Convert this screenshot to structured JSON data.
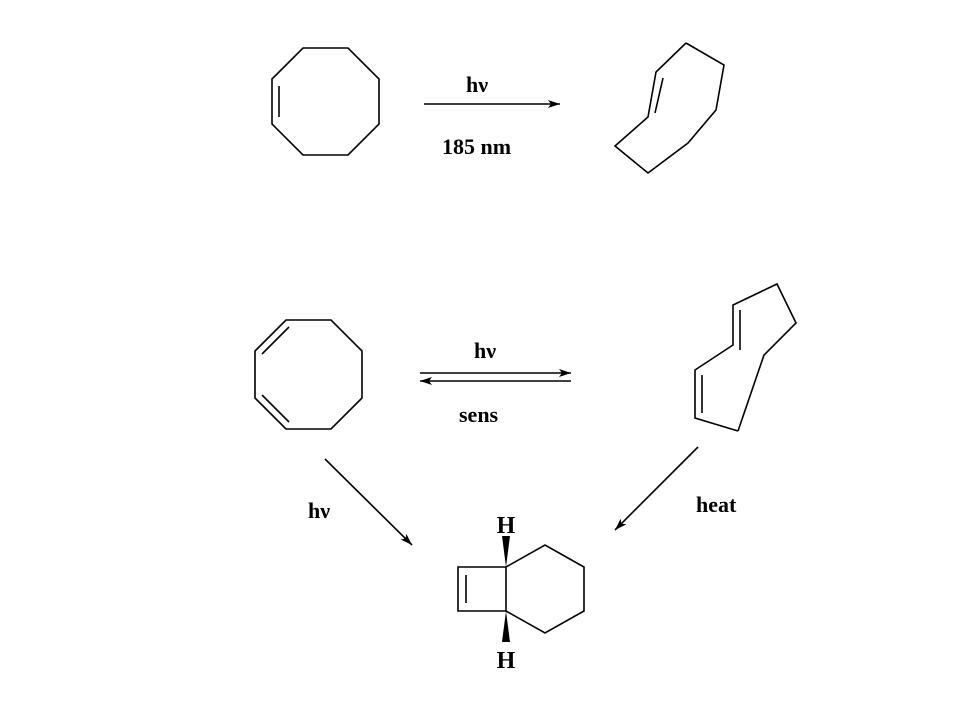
{
  "reactions": {
    "top": {
      "condition_above": "hν",
      "condition_below": "185 nm"
    },
    "equilibrium": {
      "condition_above": "hν",
      "condition_below": "sens"
    },
    "left_path": {
      "condition": "hν"
    },
    "right_path": {
      "condition": "heat"
    }
  },
  "product": {
    "h_top": "H",
    "h_bottom": "H"
  },
  "colors": {
    "ink": "#000000",
    "background": "#ffffff"
  }
}
